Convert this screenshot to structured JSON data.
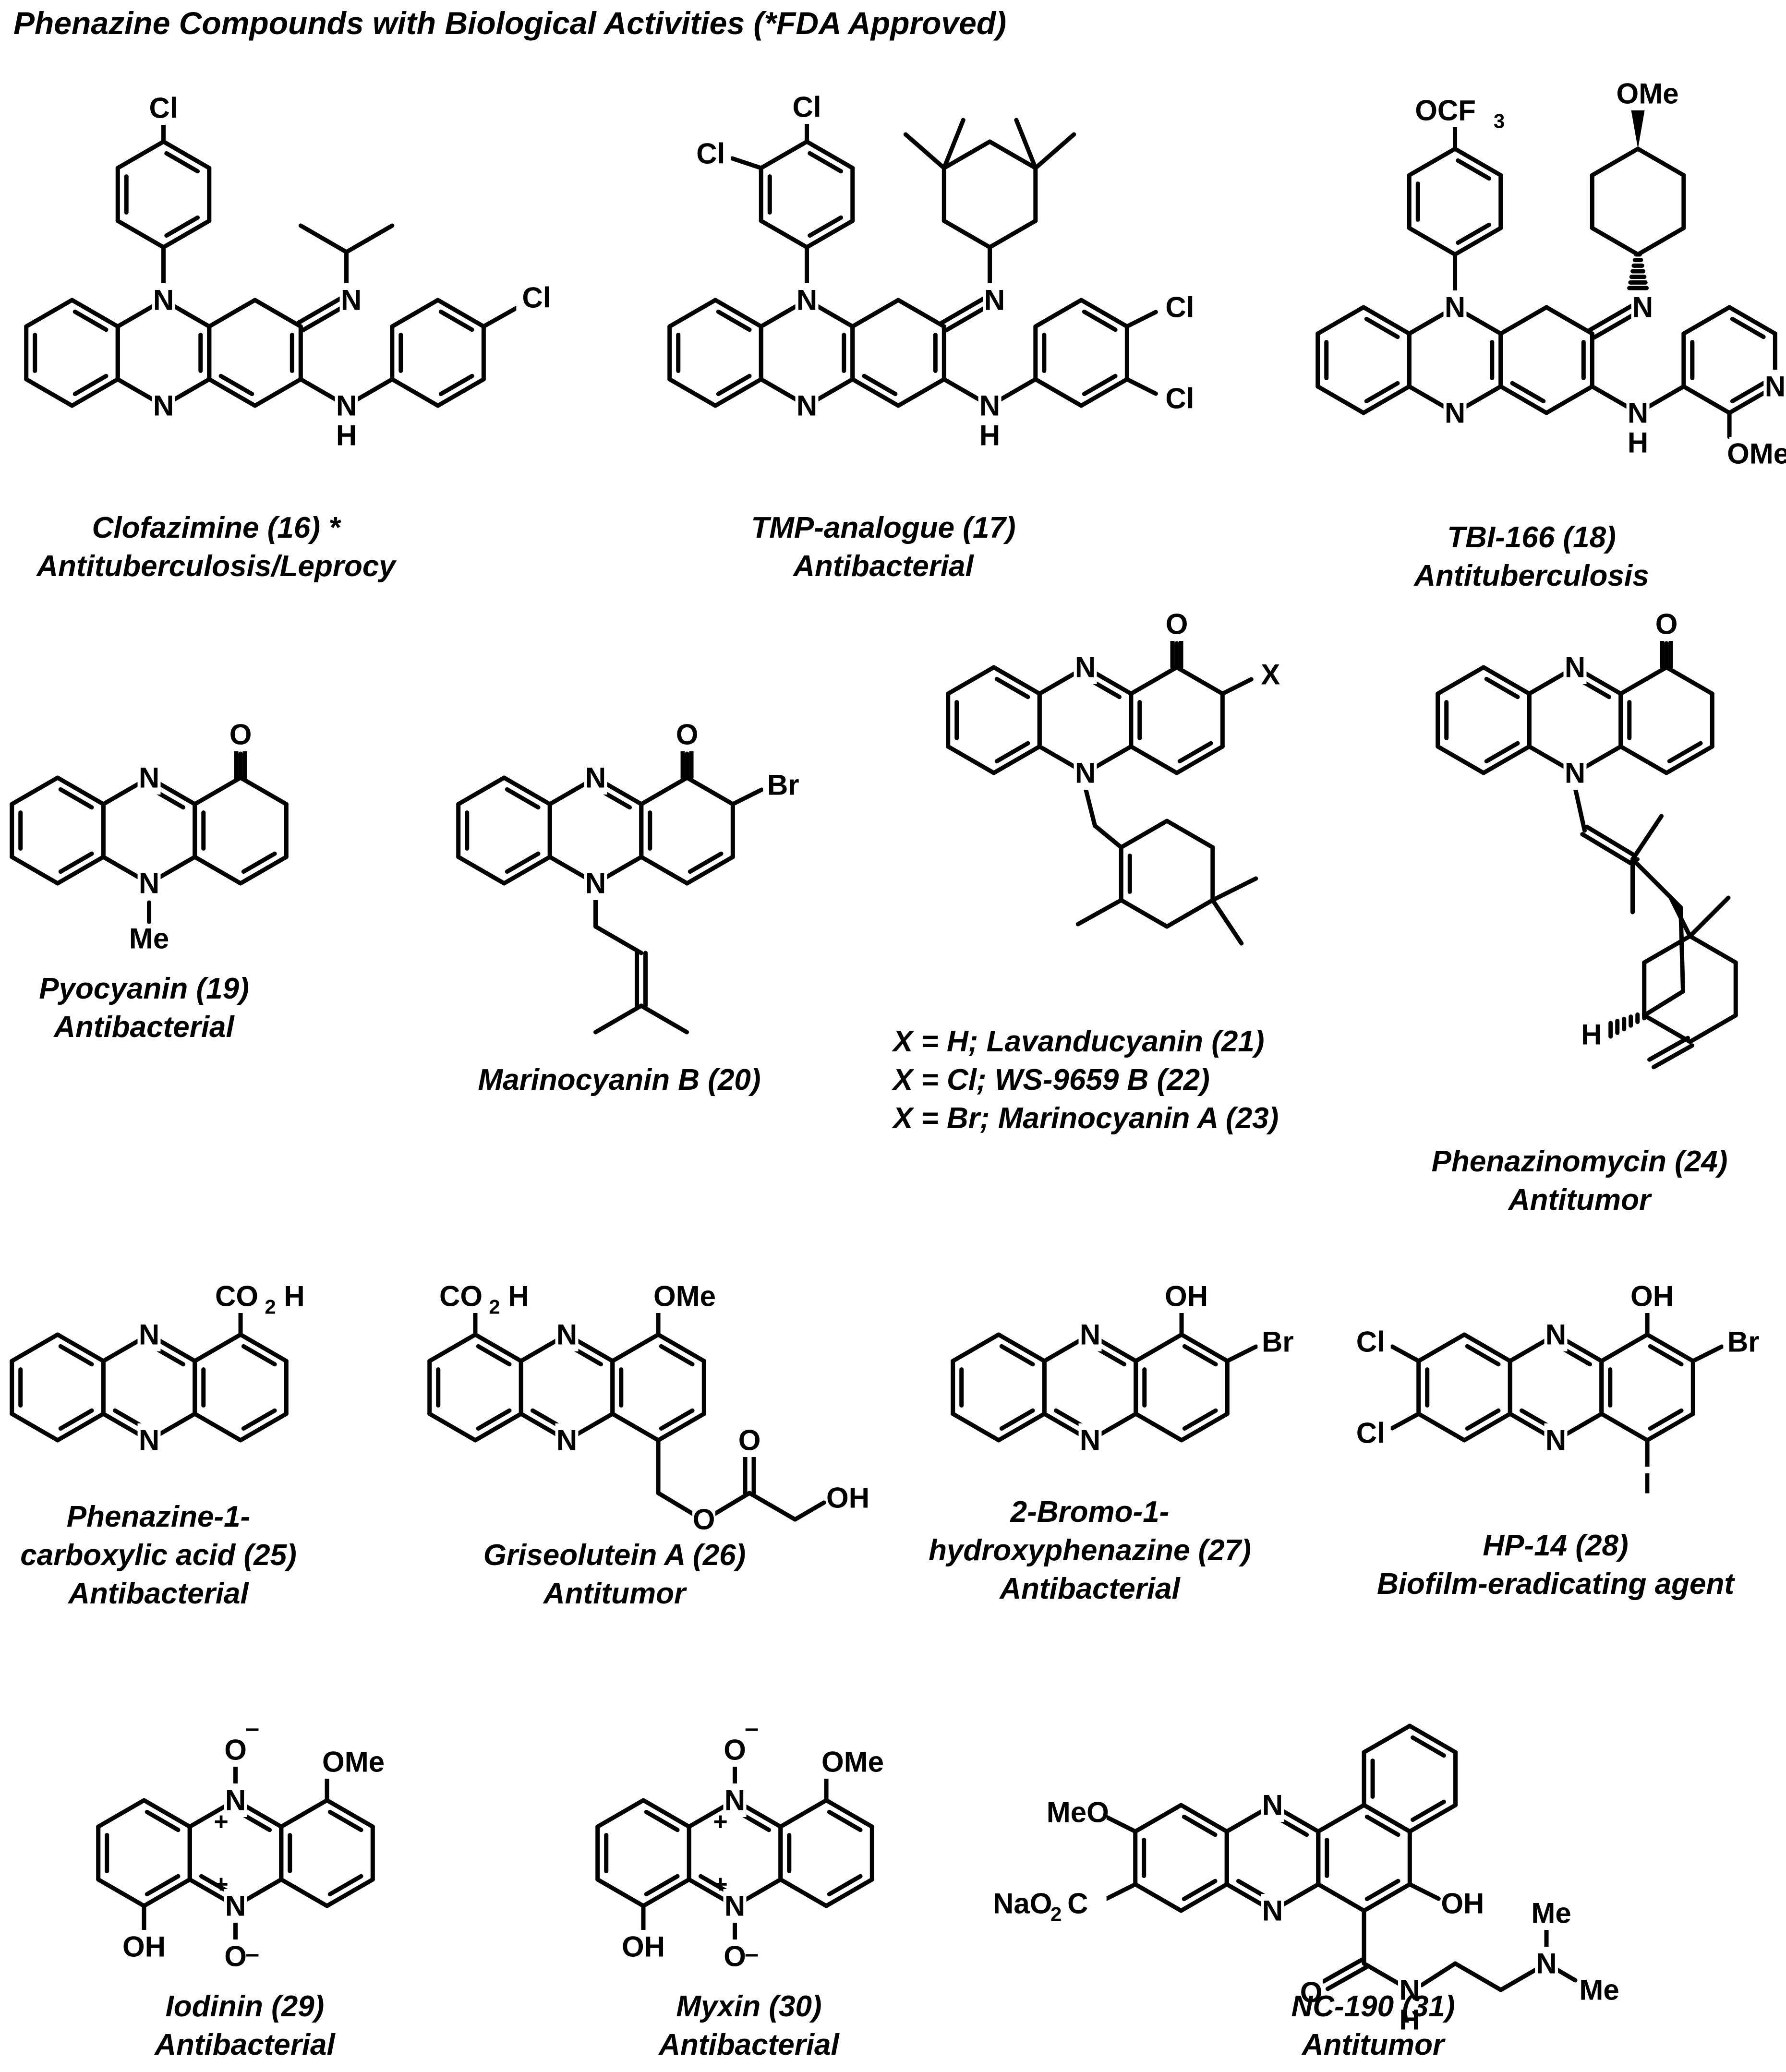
{
  "title": "Phenazine Compounds with Biological Activities (*FDA Approved)",
  "compounds": [
    {
      "name": "Clofazimine (16) *",
      "activity": "Antituberculosis/Leprocy",
      "atoms": {
        "ar_sub": "Cl",
        "n10": "N",
        "n5": "N",
        "imine_n": "N",
        "nh_n": "N",
        "nh_h": "H",
        "ar2_sub": "Cl"
      }
    },
    {
      "name": "TMP-analogue (17)",
      "activity": "Antibacterial",
      "atoms": {
        "cl_a": "Cl",
        "cl_b": "Cl",
        "n10": "N",
        "n5": "N",
        "imine_n": "N",
        "nh_n": "N",
        "nh_h": "H",
        "cl_c": "Cl",
        "cl_d": "Cl"
      }
    },
    {
      "name": "TBI-166 (18)",
      "activity": "Antituberculosis",
      "atoms": {
        "ocf3": "OCF",
        "ocf3_sub": "3",
        "ome": "OMe",
        "n10": "N",
        "n5": "N",
        "imine_n": "N",
        "nh_n": "N",
        "nh_h": "H",
        "py_n": "N",
        "py_ome": "OMe"
      }
    },
    {
      "name": "Pyocyanin (19)",
      "activity": "Antibacterial",
      "atoms": {
        "o": "O",
        "n5": "N",
        "n10": "N",
        "me": "Me"
      }
    },
    {
      "name": "Marinocyanin B (20)",
      "activity": "",
      "atoms": {
        "o": "O",
        "br": "Br",
        "n5": "N",
        "n10": "N"
      }
    },
    {
      "name_lines": [
        "X = H; Lavanducyanin (21)",
        "X = Cl; WS-9659 B (22)",
        "X = Br; Marinocyanin A (23)"
      ],
      "atoms": {
        "o": "O",
        "x": "X",
        "n5": "N",
        "n10": "N"
      }
    },
    {
      "name": "Phenazinomycin (24)",
      "activity": "Antitumor",
      "atoms": {
        "o": "O",
        "n5": "N",
        "n10": "N",
        "h": "H"
      }
    },
    {
      "name_lines": [
        "Phenazine-1-",
        "carboxylic acid (25)"
      ],
      "activity": "Antibacterial",
      "atoms": {
        "co2h": "CO",
        "co2h_sub": "2",
        "co2h_h": "H",
        "n5": "N",
        "n10": "N"
      }
    },
    {
      "name": "Griseolutein A (26)",
      "activity": "Antitumor",
      "atoms": {
        "co2h": "CO",
        "co2h_sub": "2",
        "co2h_h": "H",
        "ome": "OMe",
        "n5": "N",
        "n10": "N",
        "o_ester": "O",
        "o_carbonyl": "O",
        "oh": "OH"
      }
    },
    {
      "name_lines": [
        "2-Bromo-1-",
        "hydroxyphenazine (27)"
      ],
      "activity": "Antibacterial",
      "atoms": {
        "oh": "OH",
        "br": "Br",
        "n5": "N",
        "n10": "N"
      }
    },
    {
      "name": "HP-14 (28)",
      "activity": "Biofilm-eradicating agent",
      "atoms": {
        "oh": "OH",
        "br": "Br",
        "cl_a": "Cl",
        "cl_b": "Cl",
        "i": "I",
        "n5": "N",
        "n10": "N"
      }
    },
    {
      "name": "Iodinin (29)",
      "activity": "Antibacterial",
      "atoms": {
        "o_top": "O",
        "minus_top": "–",
        "plus_top": "+",
        "ome": "OMe",
        "n5": "N",
        "n10": "N",
        "plus_bot": "+",
        "o_bot": "O",
        "minus_bot": "–",
        "oh": "OH"
      }
    },
    {
      "name": "Myxin (30)",
      "activity": "Antibacterial",
      "atoms": {
        "o_top": "O",
        "minus_top": "–",
        "plus_top": "+",
        "ome": "OMe",
        "n5": "N",
        "n10": "N",
        "plus_bot": "+",
        "o_bot": "O",
        "minus_bot": "–",
        "oh": "OH"
      }
    },
    {
      "name": "NC-190 (31)",
      "activity": "Antitumor",
      "atoms": {
        "meo": "MeO",
        "nao2c_a": "NaO",
        "nao2c_sub": "2",
        "nao2c_b": "C",
        "n5": "N",
        "n10": "N",
        "oh": "OH",
        "o_amide": "O",
        "nh_n": "N",
        "nh_h": "H",
        "nme_n": "N",
        "me1": "Me",
        "me2": "Me"
      }
    }
  ]
}
